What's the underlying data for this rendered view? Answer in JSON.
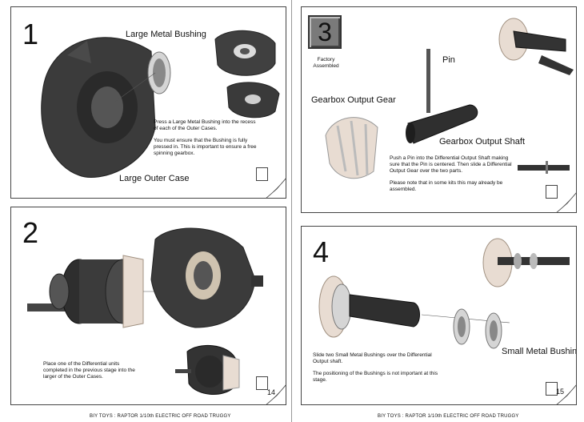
{
  "steps": {
    "s1": {
      "number": "1",
      "label_bushing": "Large Metal Bushing",
      "label_case": "Large Outer Case",
      "instructions": [
        "Press a Large Metal Bushing into the recess of each of the Outer Cases.",
        "You must ensure that the Bushing is fully pressed in. This is important to ensure a free spinning gearbox."
      ]
    },
    "s2": {
      "number": "2",
      "instructions": [
        "Place one of the Differential units completed in the previous stage into the larger of the Outer Cases."
      ]
    },
    "s3": {
      "number": "3",
      "badge_note": "Factory Assembled",
      "label_pin": "Pin",
      "label_gear": "Gearbox Output Gear",
      "label_shaft": "Gearbox Output Shaft",
      "instructions": [
        "Push a Pin into the Differential Output Shaft making sure that the Pin is centered. Then slide a Differential Output Gear over the two parts.",
        "Please note that in some kits this may already be assembled."
      ]
    },
    "s4": {
      "number": "4",
      "label_bushing": "Small Metal Bushing",
      "instructions": [
        "Slide two Small Metal Bushings over the Differential Output shaft.",
        "The positioning of the Bushings is not important at this stage."
      ]
    }
  },
  "pages": {
    "left": "14",
    "right": "15"
  },
  "footer": {
    "left": "BIY TOYS : RAPTOR 1/10th ELECTRIC OFF ROAD TRUGGY",
    "right": "BIY TOYS : RAPTOR 1/10th ELECTRIC OFF ROAD TRUGGY"
  },
  "colors": {
    "case_dark": "#3a3a3a",
    "metal": "#c8c8c8",
    "gear": "#e8dcd2"
  }
}
